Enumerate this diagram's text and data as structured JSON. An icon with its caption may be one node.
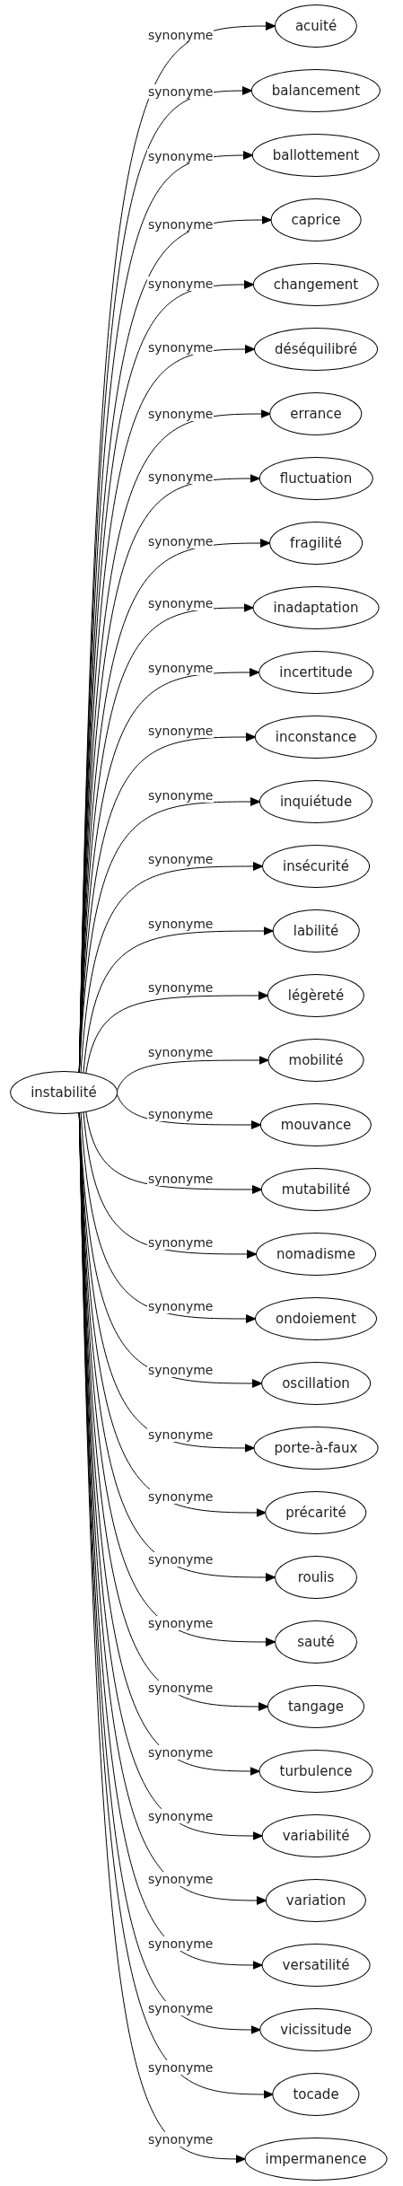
{
  "diagram": {
    "nodes": [
      {
        "text": [
          "instabilité"
        ]
      },
      {
        "text": [
          "acuité"
        ]
      },
      {
        "text": [
          "balancement"
        ]
      },
      {
        "text": [
          "ballottement"
        ]
      },
      {
        "text": [
          "caprice"
        ]
      },
      {
        "text": [
          "changement"
        ]
      },
      {
        "text": [
          "déséquilibré"
        ]
      },
      {
        "text": [
          "errance"
        ]
      },
      {
        "text": [
          "fluctuation"
        ]
      },
      {
        "text": [
          "fragilité"
        ]
      },
      {
        "text": [
          "inadaptation"
        ]
      },
      {
        "text": [
          "incertitude"
        ]
      },
      {
        "text": [
          "inconstance"
        ]
      },
      {
        "text": [
          "inquiétude"
        ]
      },
      {
        "text": [
          "insécurité"
        ]
      },
      {
        "text": [
          "labilité"
        ]
      },
      {
        "text": [
          "légèreté"
        ]
      },
      {
        "text": [
          "mobilité"
        ]
      },
      {
        "text": [
          "mouvance"
        ]
      },
      {
        "text": [
          "mutabilité"
        ]
      },
      {
        "text": [
          "nomadisme"
        ]
      },
      {
        "text": [
          "ondoiement"
        ]
      },
      {
        "text": [
          "oscillation"
        ]
      },
      {
        "text": [
          "porte-à-faux"
        ]
      },
      {
        "text": [
          "précarité"
        ]
      },
      {
        "text": [
          "roulis"
        ]
      },
      {
        "text": [
          "sauté"
        ]
      },
      {
        "text": [
          "tangage"
        ]
      },
      {
        "text": [
          "turbulence"
        ]
      },
      {
        "text": [
          "variabilité"
        ]
      },
      {
        "text": [
          "variation"
        ]
      },
      {
        "text": [
          "versatilité"
        ]
      },
      {
        "text": [
          "vicissitude"
        ]
      },
      {
        "text": [
          "tocade"
        ]
      },
      {
        "text": [
          "impermanence"
        ]
      }
    ],
    "edges": [
      {
        "from": 0,
        "to": 1,
        "arrow": "to",
        "label": "synonyme"
      },
      {
        "from": 0,
        "to": 2,
        "arrow": "to",
        "label": "synonyme"
      },
      {
        "from": 0,
        "to": 3,
        "arrow": "to",
        "label": "synonyme"
      },
      {
        "from": 0,
        "to": 4,
        "arrow": "to",
        "label": "synonyme"
      },
      {
        "from": 0,
        "to": 5,
        "arrow": "to",
        "label": "synonyme"
      },
      {
        "from": 0,
        "to": 6,
        "arrow": "to",
        "label": "synonyme"
      },
      {
        "from": 0,
        "to": 7,
        "arrow": "to",
        "label": "synonyme"
      },
      {
        "from": 0,
        "to": 8,
        "arrow": "to",
        "label": "synonyme"
      },
      {
        "from": 0,
        "to": 9,
        "arrow": "to",
        "label": "synonyme"
      },
      {
        "from": 0,
        "to": 10,
        "arrow": "to",
        "label": "synonyme"
      },
      {
        "from": 0,
        "to": 11,
        "arrow": "to",
        "label": "synonyme"
      },
      {
        "from": 0,
        "to": 12,
        "arrow": "to",
        "label": "synonyme"
      },
      {
        "from": 0,
        "to": 13,
        "arrow": "to",
        "label": "synonyme"
      },
      {
        "from": 0,
        "to": 14,
        "arrow": "to",
        "label": "synonyme"
      },
      {
        "from": 0,
        "to": 15,
        "arrow": "to",
        "label": "synonyme"
      },
      {
        "from": 0,
        "to": 16,
        "arrow": "to",
        "label": "synonyme"
      },
      {
        "from": 0,
        "to": 17,
        "arrow": "to",
        "label": "synonyme"
      },
      {
        "from": 0,
        "to": 18,
        "arrow": "to",
        "label": "synonyme"
      },
      {
        "from": 0,
        "to": 19,
        "arrow": "to",
        "label": "synonyme"
      },
      {
        "from": 0,
        "to": 20,
        "arrow": "to",
        "label": "synonyme"
      },
      {
        "from": 0,
        "to": 21,
        "arrow": "to",
        "label": "synonyme"
      },
      {
        "from": 0,
        "to": 22,
        "arrow": "to",
        "label": "synonyme"
      },
      {
        "from": 0,
        "to": 23,
        "arrow": "to",
        "label": "synonyme"
      },
      {
        "from": 0,
        "to": 24,
        "arrow": "to",
        "label": "synonyme"
      },
      {
        "from": 0,
        "to": 25,
        "arrow": "to",
        "label": "synonyme"
      },
      {
        "from": 0,
        "to": 26,
        "arrow": "to",
        "label": "synonyme"
      },
      {
        "from": 0,
        "to": 27,
        "arrow": "to",
        "label": "synonyme"
      },
      {
        "from": 0,
        "to": 28,
        "arrow": "to",
        "label": "synonyme"
      },
      {
        "from": 0,
        "to": 29,
        "arrow": "to",
        "label": "synonyme"
      },
      {
        "from": 0,
        "to": 30,
        "arrow": "to",
        "label": "synonyme"
      },
      {
        "from": 0,
        "to": 31,
        "arrow": "to",
        "label": "synonyme"
      },
      {
        "from": 0,
        "to": 32,
        "arrow": "to",
        "label": "synonyme"
      },
      {
        "from": 0,
        "to": 33,
        "arrow": "to",
        "label": "synonyme"
      },
      {
        "from": 0,
        "to": 34,
        "arrow": "to",
        "label": "synonyme"
      }
    ]
  }
}
